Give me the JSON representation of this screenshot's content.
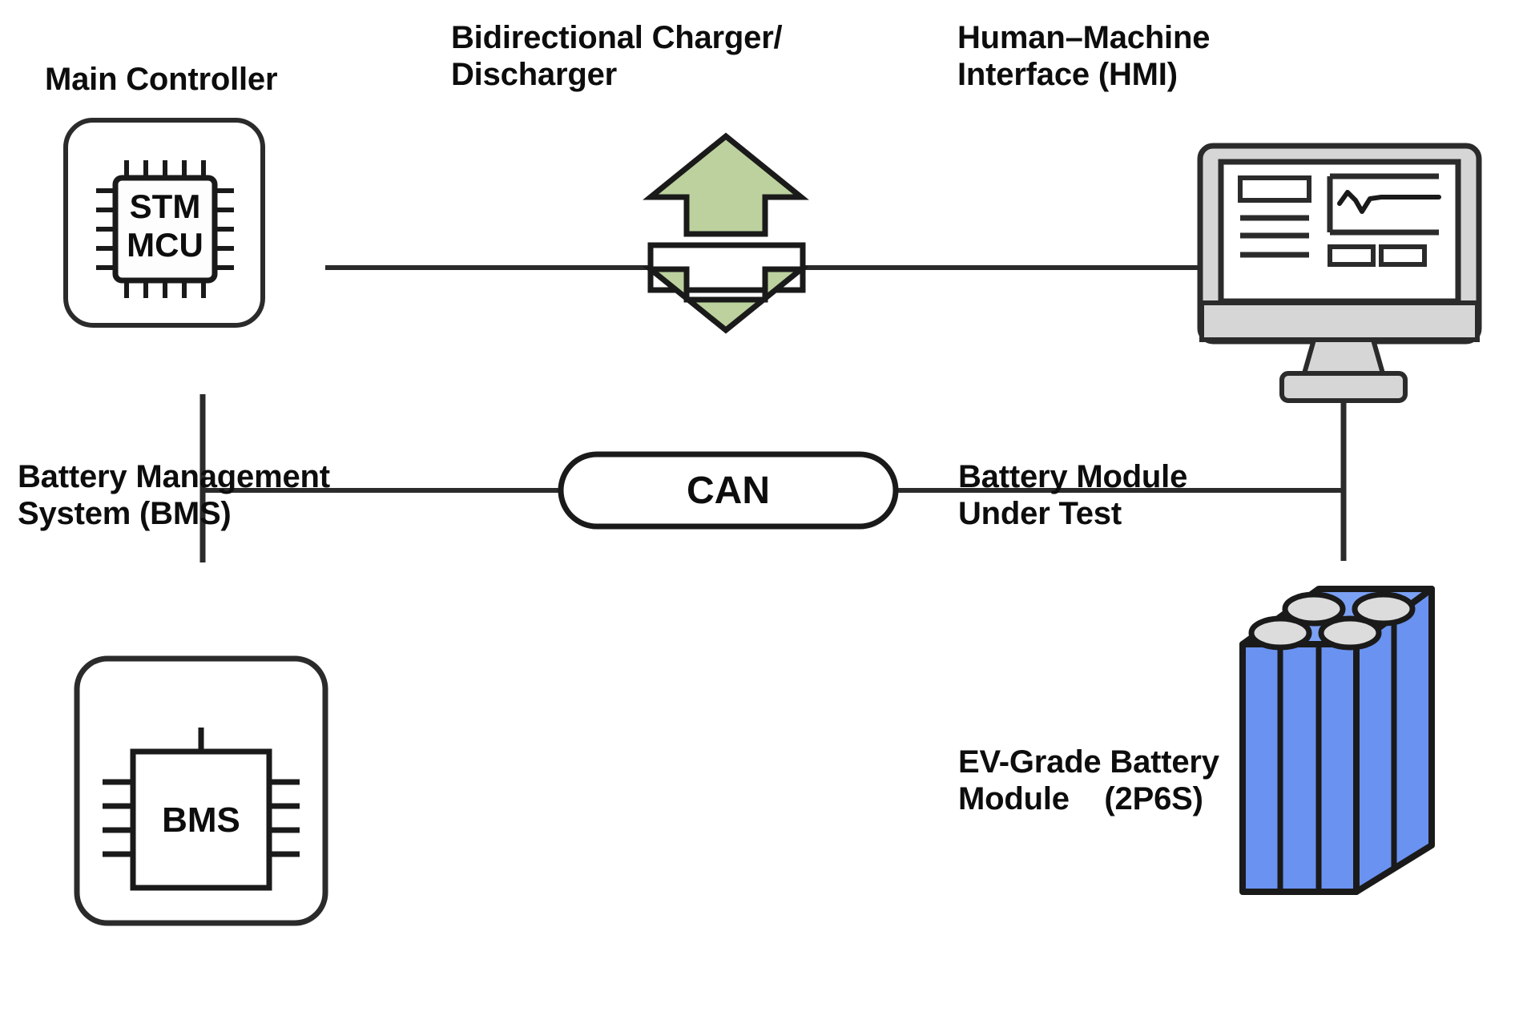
{
  "diagram": {
    "title": "Battery Module Test Bench Block Diagram",
    "background_color": "#ffffff",
    "stroke_color": "#1a1a1a",
    "nodes": {
      "main_controller": {
        "label": "Main Controller",
        "chip_line1": "STM",
        "chip_line2": "MCU",
        "icon": "microcontroller-chip-icon",
        "pins_per_side": 5
      },
      "bidirectional_charger": {
        "label_line1": "Bidirectional Charger/",
        "label_line2": "Discharger",
        "up_arrow_icon": "arrow-up-icon",
        "down_arrow_icon": "arrow-down-icon",
        "arrow_fill": "#bcd19e",
        "body_fill": "#ffffff"
      },
      "hmi": {
        "label_line1": "Human–Machine",
        "label_line2": "Interface (HMI)",
        "icon": "monitor-display-icon",
        "bezel_fill": "#d4d4d4",
        "screen_fill": "#ffffff"
      },
      "can_bus": {
        "label": "CAN",
        "shape": "capsule"
      },
      "bms": {
        "label_line1": "Battery Management",
        "label_line2": "System (BMS)",
        "chip_label": "BMS",
        "icon": "bms-chip-icon",
        "pins_per_side": 4
      },
      "battery_module": {
        "label_line1": "Battery Module",
        "label_line2": "Under Test",
        "caption_line1": "EV-Grade Battery",
        "caption_line2": "Module    (2P6S)",
        "icon": "battery-module-3d-icon",
        "body_fill": "#6c93ef",
        "top_fill": "#7ba0f2",
        "cell_fill": "#d9d9d9",
        "cell_count_visible": 4
      }
    },
    "connections": [
      {
        "from": "main_controller",
        "to": "bidirectional_charger",
        "type": "line"
      },
      {
        "from": "bidirectional_charger",
        "to": "hmi",
        "type": "line"
      },
      {
        "from": "main_controller",
        "to": "can_bus",
        "type": "line"
      },
      {
        "from": "can_bus",
        "to": "hmi",
        "type": "line"
      },
      {
        "from": "can_bus",
        "to": "bms",
        "type": "line"
      },
      {
        "from": "can_bus",
        "to": "battery_module",
        "type": "line"
      }
    ]
  }
}
